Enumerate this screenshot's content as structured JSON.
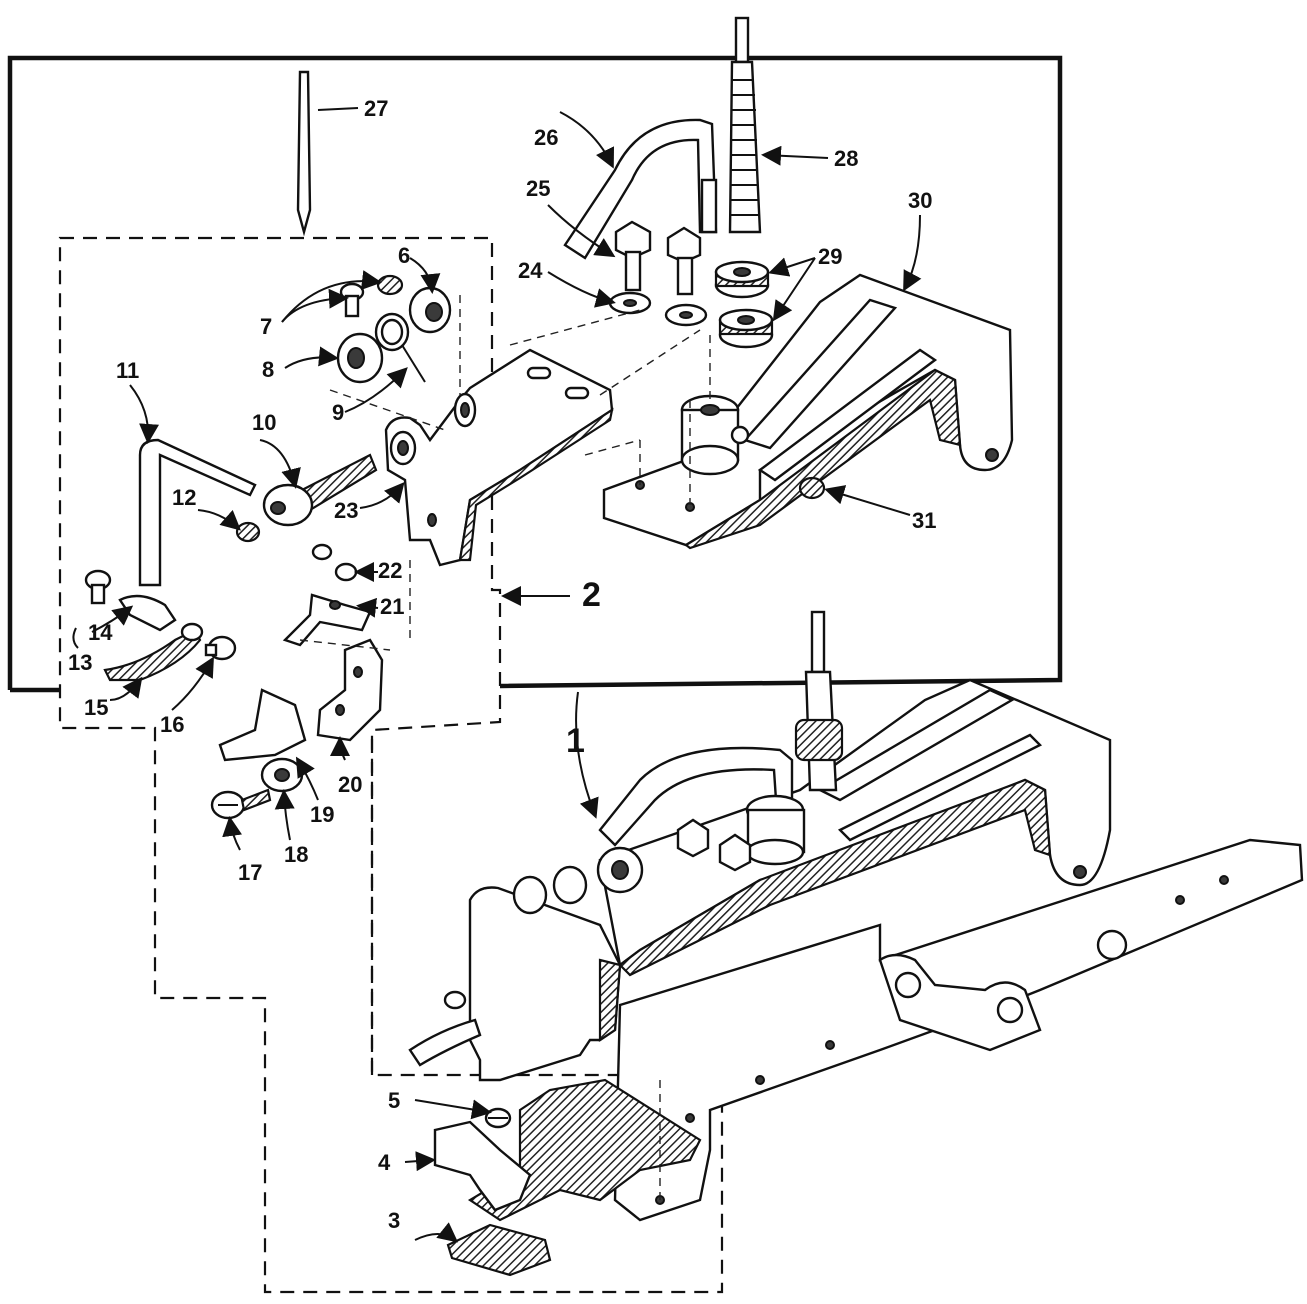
{
  "diagram": {
    "part_labels": [
      {
        "id": "label-1",
        "text": "1"
      },
      {
        "id": "label-2",
        "text": "2"
      },
      {
        "id": "label-3",
        "text": "3"
      },
      {
        "id": "label-4",
        "text": "4"
      },
      {
        "id": "label-5",
        "text": "5"
      },
      {
        "id": "label-6",
        "text": "6"
      },
      {
        "id": "label-7",
        "text": "7"
      },
      {
        "id": "label-8",
        "text": "8"
      },
      {
        "id": "label-9",
        "text": "9"
      },
      {
        "id": "label-10",
        "text": "10"
      },
      {
        "id": "label-11",
        "text": "11"
      },
      {
        "id": "label-12",
        "text": "12"
      },
      {
        "id": "label-13",
        "text": "13"
      },
      {
        "id": "label-14",
        "text": "14"
      },
      {
        "id": "label-15",
        "text": "15"
      },
      {
        "id": "label-16",
        "text": "16"
      },
      {
        "id": "label-17",
        "text": "17"
      },
      {
        "id": "label-18",
        "text": "18"
      },
      {
        "id": "label-19",
        "text": "19"
      },
      {
        "id": "label-20",
        "text": "20"
      },
      {
        "id": "label-21",
        "text": "21"
      },
      {
        "id": "label-22",
        "text": "22"
      },
      {
        "id": "label-23",
        "text": "23"
      },
      {
        "id": "label-24",
        "text": "24"
      },
      {
        "id": "label-25",
        "text": "25"
      },
      {
        "id": "label-26",
        "text": "26"
      },
      {
        "id": "label-27",
        "text": "27"
      },
      {
        "id": "label-28",
        "text": "28"
      },
      {
        "id": "label-29",
        "text": "29"
      },
      {
        "id": "label-30",
        "text": "30"
      },
      {
        "id": "label-31",
        "text": "31"
      }
    ]
  }
}
